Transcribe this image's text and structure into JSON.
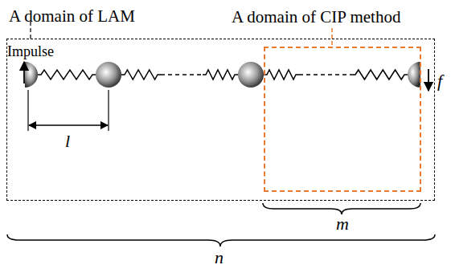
{
  "diagram": {
    "nodes": [
      {
        "text": [
          "A domain of LAM"
        ]
      },
      {
        "text": [
          "A domain of CIP method"
        ],
        "in": 0
      }
    ],
    "labels": [
      "Impulse",
      "l",
      "f",
      "m",
      "n"
    ]
  }
}
